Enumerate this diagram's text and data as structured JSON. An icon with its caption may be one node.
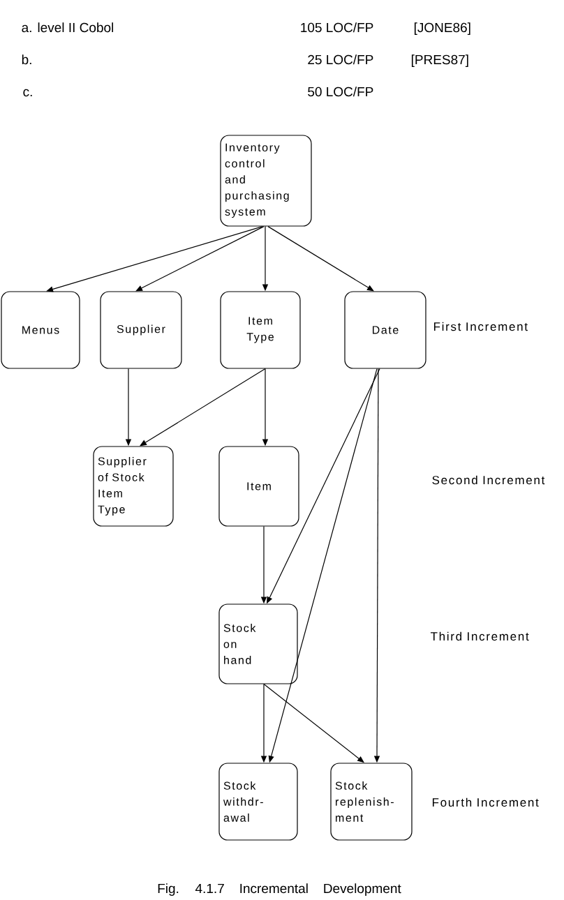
{
  "diagram": {
    "caption": "Fig. 4.1.7 Incremental Development",
    "nodes": [
      {
        "text": [
          "Inventory control and purchasing system"
        ]
      },
      {
        "text": [
          "Menus"
        ]
      },
      {
        "text": [
          "Supplier"
        ]
      },
      {
        "text": [
          "Item Type"
        ]
      },
      {
        "text": [
          "Date"
        ]
      },
      {
        "text": [
          "Supplier of Stock Item Type"
        ]
      },
      {
        "text": [
          "Item"
        ]
      },
      {
        "text": [
          "Stock on hand"
        ]
      },
      {
        "text": [
          "Stock withdr- awal"
        ]
      },
      {
        "text": [
          "Stock replenish- ment"
        ]
      }
    ],
    "edges": [
      {
        "from": 0,
        "to": 1,
        "arrow": "to"
      },
      {
        "from": 0,
        "to": 2,
        "arrow": "to"
      },
      {
        "from": 0,
        "to": 3,
        "arrow": "to"
      },
      {
        "from": 0,
        "to": 4,
        "arrow": "to"
      },
      {
        "from": 2,
        "to": 5,
        "arrow": "to"
      },
      {
        "from": 3,
        "to": 5,
        "arrow": "to"
      },
      {
        "from": 3,
        "to": 6,
        "arrow": "to"
      },
      {
        "from": 6,
        "to": 7,
        "arrow": "to"
      },
      {
        "from": 4,
        "to": 7,
        "arrow": "to"
      },
      {
        "from": 4,
        "to": 8,
        "arrow": "to"
      },
      {
        "from": 4,
        "to": 9,
        "arrow": "to"
      },
      {
        "from": 7,
        "to": 8,
        "arrow": "to"
      },
      {
        "from": 7,
        "to": 9,
        "arrow": "to"
      }
    ],
    "labels": [
      "a. level II Cobol",
      "105 LOC/FP",
      "[JONE86]",
      "b.",
      "25 LOC/FP",
      "[PRES87]",
      "c.",
      "50 LOC/FP",
      "First Increment",
      "Second Increment",
      "Third Increment",
      "Fourth Increment"
    ]
  }
}
